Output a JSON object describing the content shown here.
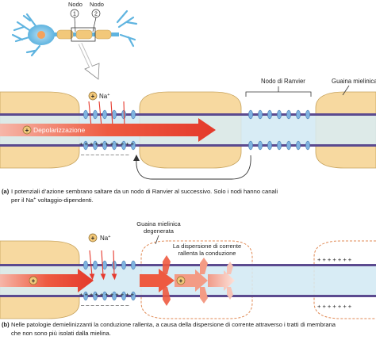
{
  "top_figure": {
    "node_label_1": "Nodo",
    "node_label_2": "Nodo",
    "node_num_1": "1",
    "node_num_2": "2"
  },
  "panel_a": {
    "na_label": "Na",
    "na_sup": "+",
    "node_of_ranvier": "Nodo di Ranvier",
    "myelin_sheath": "Guaina mielinica",
    "depolarization": "Depolarizzazione",
    "plus_row": "+ + + + + + + + + + +",
    "minus_row": "– – – – – – – – – –",
    "caption_letter": "(a)",
    "caption_line1": "I potenziali d’azione sembrano saltare da un nodo di Ranvier al successivo. Solo i nodi hanno canali",
    "caption_line2a": "per il Na",
    "caption_line2_sup": "+",
    "caption_line2b": " voltaggio-dipendenti."
  },
  "panel_b": {
    "na_label": "Na",
    "na_sup": "+",
    "degenerated_myelin_1": "Guaina mielinica",
    "degenerated_myelin_2": "degenerata",
    "current_dispersion_1": "La dispersione di corrente",
    "current_dispersion_2": "rallenta la conduzione",
    "plus_row": "+ + + + + + + + + + +",
    "minus_row": "– – – – – – – – – –",
    "caption_letter": "(b)",
    "caption_line1": "Nelle patologie demielinizzanti la conduzione rallenta, a causa della dispersione di corrente attraverso i tratti di membrana",
    "caption_line2": "che non sono più isolati dalla mielina."
  },
  "colors": {
    "myelin_fill": "#f7d9a0",
    "myelin_stroke": "#c6a25c",
    "axoplasm": "#d8ecf5",
    "membrane": "#5b4a8f",
    "channel": "#7fb3e0",
    "arrow_red": "#e63a2e",
    "dashed_border": "#e08a55"
  }
}
